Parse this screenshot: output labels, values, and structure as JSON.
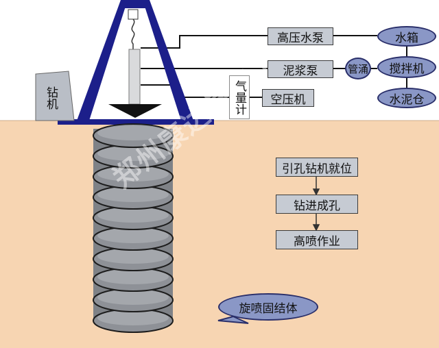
{
  "colors": {
    "sky": "#ffffff",
    "ground": "#f7d5b2",
    "derrick": "#1c1f8a",
    "pile": "#8c8f95",
    "box": "#c6cbd3",
    "oval": "#8a97c6"
  },
  "labels": {
    "drill_rig": "钻机",
    "high_pressure_pump": "高压水泵",
    "mud_pump": "泥浆泵",
    "air_compressor": "空压机",
    "flow_meter": "气量计",
    "water_tank": "水箱",
    "pipe": "管涌",
    "mixer": "搅拌机",
    "cement_silo": "水泥仓",
    "jet_grout_body": "旋喷固结体"
  },
  "flowchart": {
    "steps": [
      "引孔钻机就位",
      "钻进成孔",
      "高喷作业"
    ]
  },
  "watermark": "郑州康达基础工程 www.zzkdjc.c"
}
